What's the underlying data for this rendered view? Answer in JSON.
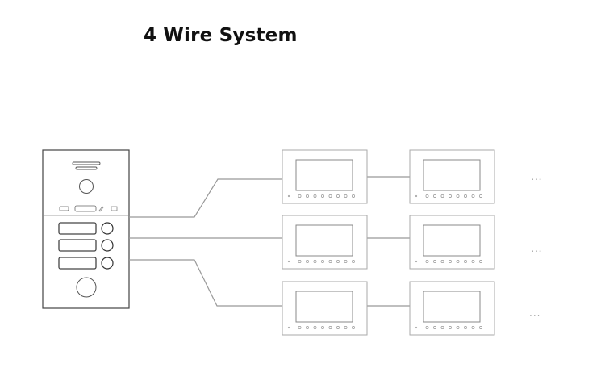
{
  "title": "4 Wire System",
  "outdoor_station": {
    "name_plates": 3,
    "call_buttons": 3
  },
  "monitor_rows": [
    {
      "monitors": 2,
      "continuation": "..."
    },
    {
      "monitors": 2,
      "continuation": "..."
    },
    {
      "monitors": 2,
      "continuation": "..."
    }
  ],
  "colors": {
    "title": "#111111",
    "panel_stroke": "#444444",
    "wire": "#999999",
    "monitor_stroke": "#aaaaaa"
  }
}
